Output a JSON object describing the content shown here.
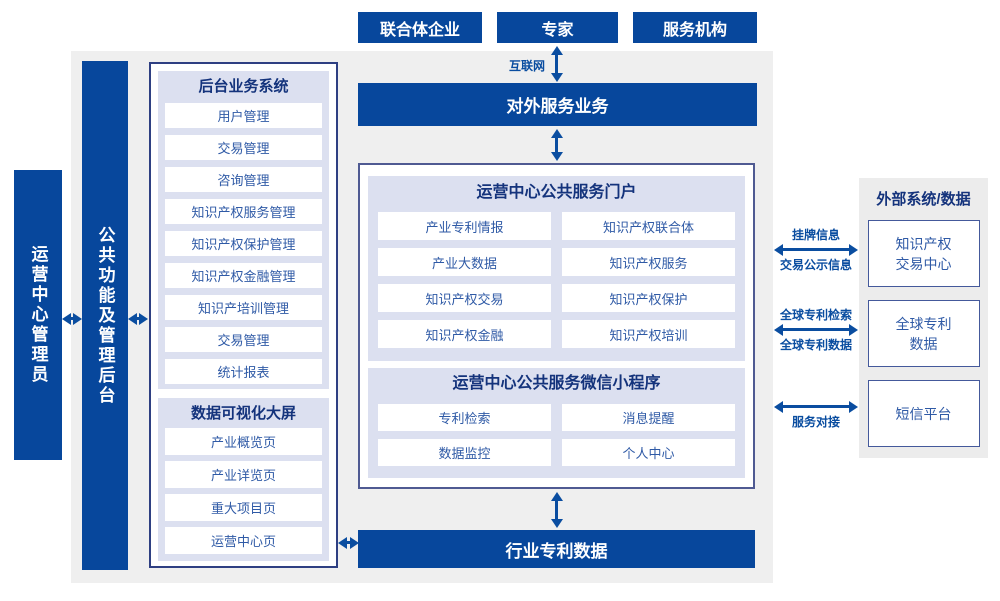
{
  "top_actors": [
    {
      "label": "联合体企业"
    },
    {
      "label": "专家"
    },
    {
      "label": "服务机构"
    }
  ],
  "labels": {
    "internet": "互联网",
    "external_service": "对外服务业务",
    "industry_patent_data": "行业专利数据",
    "operation_admin": "运营中心管理员",
    "public_backend": "公共功能及管理后台"
  },
  "backend_system": {
    "title": "后台业务系统",
    "items": [
      "用户管理",
      "交易管理",
      "咨询管理",
      "知识产权服务管理",
      "知识产权保护管理",
      "知识产权金融管理",
      "知识产培训管理",
      "交易管理",
      "统计报表"
    ]
  },
  "dashboard": {
    "title": "数据可视化大屏",
    "items": [
      "产业概览页",
      "产业详览页",
      "重大项目页",
      "运营中心页"
    ]
  },
  "portal": {
    "title": "运营中心公共服务门户",
    "items": [
      "产业专利情报",
      "知识产权联合体",
      "产业大数据",
      "知识产权服务",
      "知识产权交易",
      "知识产权保护",
      "知识产权金融",
      "知识产权培训"
    ]
  },
  "miniprogram": {
    "title": "运营中心公共服务微信小程序",
    "items": [
      "专利检索",
      "消息提醒",
      "数据监控",
      "个人中心"
    ]
  },
  "external_systems": {
    "title": "外部系统/数据",
    "boxes": [
      "知识产权\n交易中心",
      "全球专利\n数据",
      "短信平台"
    ],
    "link_labels": [
      {
        "above": "挂牌信息",
        "below": "交易公示信息"
      },
      {
        "above": "全球专利检索",
        "below": "全球专利数据"
      },
      {
        "above": "",
        "below": "服务对接"
      }
    ]
  },
  "colors": {
    "primary_blue": "#07479c",
    "arrow_blue": "#0a4da0",
    "panel_lavender": "#dce0f0",
    "page_gray": "#efefef",
    "header_navy": "#14337c",
    "item_blue": "#2f5aa6"
  }
}
